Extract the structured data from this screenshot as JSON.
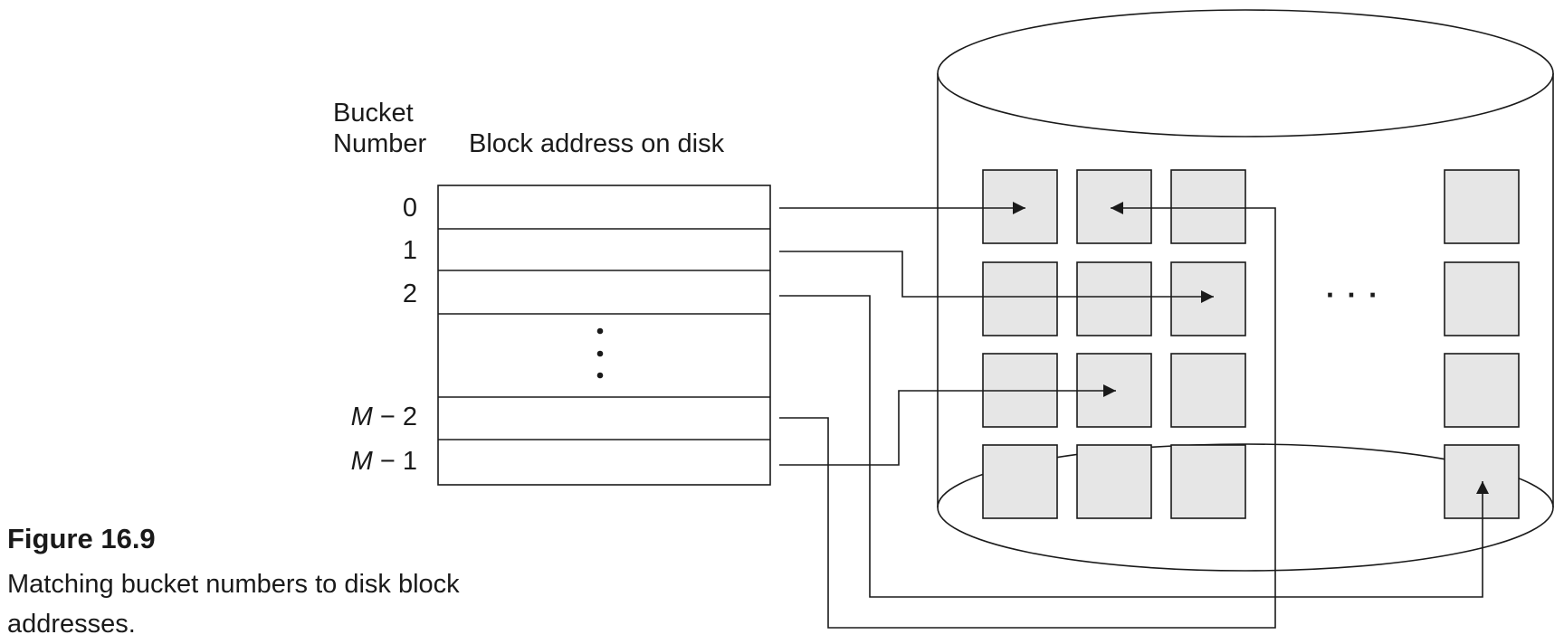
{
  "header": {
    "bucket_line1": "Bucket",
    "bucket_line2": "Number",
    "block_address": "Block address on disk"
  },
  "buckets": [
    {
      "number": "0"
    },
    {
      "number": "1"
    },
    {
      "number": "2"
    },
    {
      "prefix": "M",
      "suffix": " − 2"
    },
    {
      "prefix": "M",
      "suffix": " − 1"
    }
  ],
  "ellipsis_horizontal": "· · ·",
  "caption": {
    "title": "Figure 16.9",
    "text": "Matching bucket numbers to disk block addresses."
  },
  "colors": {
    "block_fill": "#e6e6e6",
    "stroke": "#1a1a1a"
  }
}
